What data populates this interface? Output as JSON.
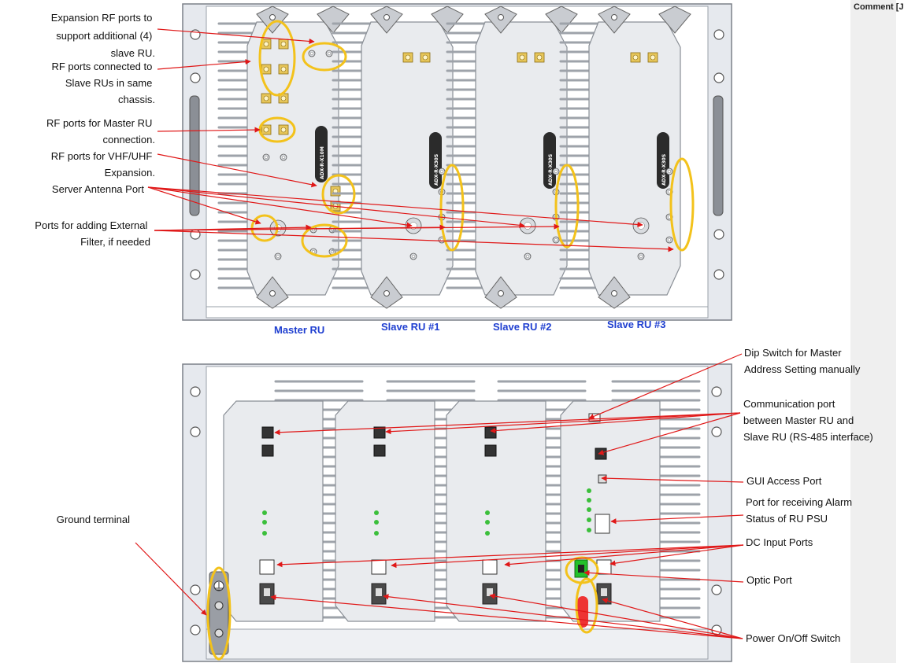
{
  "sidebar": {
    "title": "Comment [J"
  },
  "top_view": {
    "unit_labels": [
      "Master RU",
      "Slave RU #1",
      "Slave RU #2",
      "Slave RU #3"
    ],
    "module_names": [
      "ADX-R-X10M",
      "ADX-R-X30S",
      "ADX-R-X30S",
      "ADX-R-X30S"
    ]
  },
  "callouts_left": [
    {
      "lines": [
        "Expansion RF ports to",
        "support additional (4)",
        "slave RU."
      ]
    },
    {
      "lines": [
        "RF ports connected to",
        "Slave RUs in same",
        "chassis."
      ]
    },
    {
      "lines": [
        "RF ports for Master RU",
        "connection."
      ]
    },
    {
      "lines": [
        "RF ports for VHF/UHF",
        "Expansion."
      ]
    },
    {
      "lines": [
        "Server Antenna Port"
      ]
    },
    {
      "lines": [
        "Ports for adding External",
        "Filter, if needed"
      ]
    },
    {
      "lines": [
        "Ground terminal"
      ]
    }
  ],
  "callouts_right": [
    {
      "lines": [
        "Dip Switch for Master",
        "Address Setting manually"
      ]
    },
    {
      "lines": [
        "Communication port",
        "between Master RU and",
        "Slave RU (RS-485 interface)"
      ]
    },
    {
      "lines": [
        "GUI Access Port"
      ]
    },
    {
      "lines": [
        "Port for receiving Alarm",
        "Status of RU PSU"
      ]
    },
    {
      "lines": [
        "DC Input Ports"
      ]
    },
    {
      "lines": [
        "Optic Port"
      ]
    },
    {
      "lines": [
        "Power On/Off Switch"
      ]
    }
  ],
  "colors": {
    "arrow": "#e01818",
    "highlight": "#f3c21b",
    "unit_label": "#1f3fd0",
    "optic_green": "#22c02a"
  }
}
